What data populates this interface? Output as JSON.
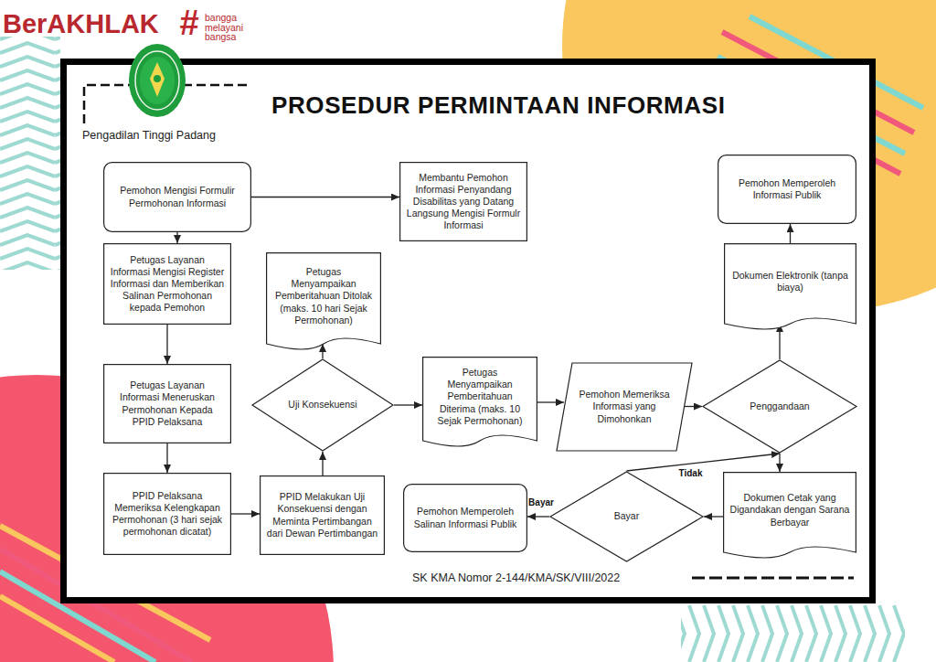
{
  "diagram": {
    "title": "PROSEDUR PERMINTAAN INFORMASI",
    "caption": "SK KMA Nomor 2-144/KMA/SK/VIII/2022",
    "nodes": [
      {
        "text": [
          "Pemohon Mengisi Formulir Permohonan Informasi"
        ]
      },
      {
        "text": [
          "Membantu Pemohon Informasi Penyandang Disabilitas yang Datang Langsung Mengisi Formulr Informasi"
        ]
      },
      {
        "text": [
          "Pemohon Memperoleh Informasi Publik"
        ]
      },
      {
        "text": [
          "Petugas Layanan Informasi Mengisi Register Informasi dan Memberikan Salinan Permohonan kepada Pemohon"
        ]
      },
      {
        "text": [
          "Petugas Menyampaikan Pemberitahuan Ditolak (maks. 10 hari Sejak Permohonan)"
        ]
      },
      {
        "text": [
          "Dokumen Elektronik (tanpa biaya)"
        ]
      },
      {
        "text": [
          "Petugas Layanan Informasi Meneruskan Permohonan Kepada PPID Pelaksana"
        ]
      },
      {
        "text": [
          "Uji Konsekuensi"
        ]
      },
      {
        "text": [
          "Petugas Menyampaikan Pemberitahuan Diterima (maks. 10 Sejak Permohonan)"
        ]
      },
      {
        "text": [
          "Pemohon Memeriksa Informasi yang Dimohonkan"
        ]
      },
      {
        "text": [
          "Penggandaan"
        ]
      },
      {
        "text": [
          "PPID Pelaksana Memeriksa Kelengkapan Permohonan (3 hari sejak permohonan dicatat)"
        ]
      },
      {
        "text": [
          "PPID Melakukan Uji Konsekuensi dengan Meminta Pertimbangan dari Dewan Pertimbangan"
        ]
      },
      {
        "text": [
          "Pemohon Memperoleh Salinan Informasi Publik"
        ]
      },
      {
        "text": [
          "Bayar"
        ]
      },
      {
        "text": [
          "Dokumen Cetak yang Digandakan dengan Sarana Berbayar"
        ]
      }
    ],
    "edges": [
      {
        "from": 0,
        "to": 1,
        "arrow": "to"
      },
      {
        "from": 0,
        "to": 3,
        "arrow": "to"
      },
      {
        "from": 3,
        "to": 6,
        "arrow": "to"
      },
      {
        "from": 6,
        "to": 11,
        "arrow": "to"
      },
      {
        "from": 11,
        "to": 12,
        "arrow": "to"
      },
      {
        "from": 12,
        "to": 7,
        "arrow": "to"
      },
      {
        "from": 7,
        "to": 4,
        "arrow": "to"
      },
      {
        "from": 7,
        "to": 8,
        "arrow": "to"
      },
      {
        "from": 8,
        "to": 9,
        "arrow": "to"
      },
      {
        "from": 9,
        "to": 10,
        "arrow": "to"
      },
      {
        "from": 10,
        "to": 5,
        "arrow": "to"
      },
      {
        "from": 5,
        "to": 2,
        "arrow": "to"
      },
      {
        "from": 10,
        "to": 15,
        "arrow": "to"
      },
      {
        "from": 15,
        "to": 14,
        "arrow": "to"
      },
      {
        "from": 14,
        "to": 13,
        "label": "Bayar",
        "arrow": "to"
      },
      {
        "from": 14,
        "to": 10,
        "label": "Tidak",
        "arrow": "to"
      }
    ],
    "labels": [
      "BerAKHLAK",
      "#",
      "bangga melayani bangsa",
      "Pengadilan Tinggi Padang"
    ]
  }
}
